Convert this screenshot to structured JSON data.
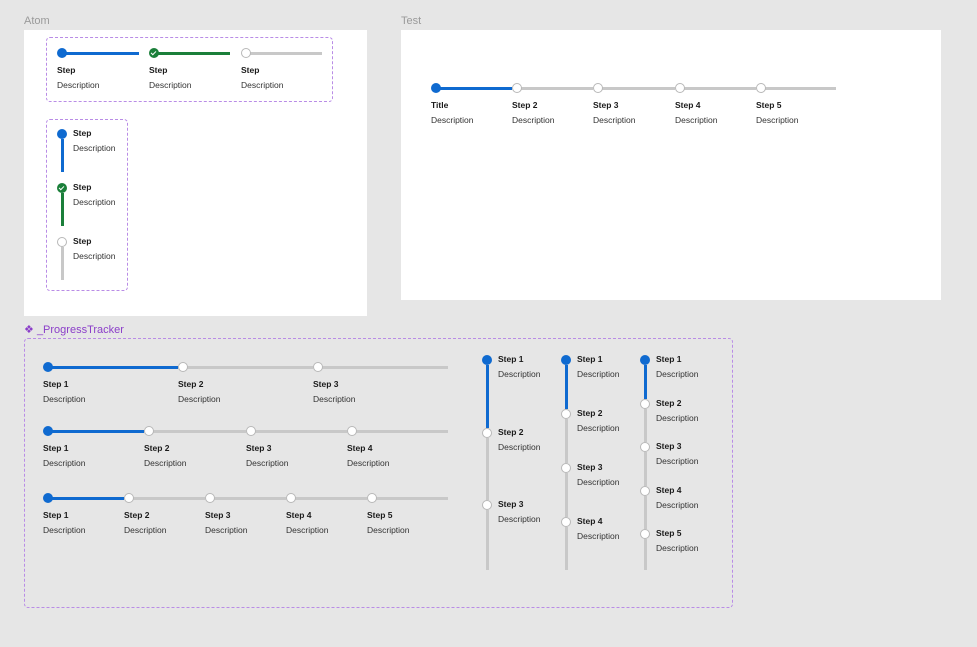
{
  "frames": {
    "atom": "Atom",
    "test": "Test",
    "component": "_ProgressTracker",
    "component_icon": "❖"
  },
  "atom": {
    "horizontal": [
      {
        "title": "Step",
        "desc": "Description",
        "state": "active"
      },
      {
        "title": "Step",
        "desc": "Description",
        "state": "done"
      },
      {
        "title": "Step",
        "desc": "Description",
        "state": "empty"
      }
    ],
    "vertical": [
      {
        "title": "Step",
        "desc": "Description",
        "state": "active"
      },
      {
        "title": "Step",
        "desc": "Description",
        "state": "done"
      },
      {
        "title": "Step",
        "desc": "Description",
        "state": "empty"
      }
    ]
  },
  "test": {
    "steps": [
      {
        "title": "Title",
        "desc": "Description"
      },
      {
        "title": "Step 2",
        "desc": "Description"
      },
      {
        "title": "Step 3",
        "desc": "Description"
      },
      {
        "title": "Step 4",
        "desc": "Description"
      },
      {
        "title": "Step 5",
        "desc": "Description"
      }
    ]
  },
  "tracker": {
    "h3": [
      {
        "title": "Step 1",
        "desc": "Description"
      },
      {
        "title": "Step 2",
        "desc": "Description"
      },
      {
        "title": "Step 3",
        "desc": "Description"
      }
    ],
    "h4": [
      {
        "title": "Step 1",
        "desc": "Description"
      },
      {
        "title": "Step 2",
        "desc": "Description"
      },
      {
        "title": "Step 3",
        "desc": "Description"
      },
      {
        "title": "Step 4",
        "desc": "Description"
      }
    ],
    "h5": [
      {
        "title": "Step 1",
        "desc": "Description"
      },
      {
        "title": "Step 2",
        "desc": "Description"
      },
      {
        "title": "Step 3",
        "desc": "Description"
      },
      {
        "title": "Step 4",
        "desc": "Description"
      },
      {
        "title": "Step 5",
        "desc": "Description"
      }
    ],
    "v3": [
      {
        "title": "Step 1",
        "desc": "Description"
      },
      {
        "title": "Step 2",
        "desc": "Description"
      },
      {
        "title": "Step 3",
        "desc": "Description"
      }
    ],
    "v4": [
      {
        "title": "Step 1",
        "desc": "Description"
      },
      {
        "title": "Step 2",
        "desc": "Description"
      },
      {
        "title": "Step 3",
        "desc": "Description"
      },
      {
        "title": "Step 4",
        "desc": "Description"
      }
    ],
    "v5": [
      {
        "title": "Step 1",
        "desc": "Description"
      },
      {
        "title": "Step 2",
        "desc": "Description"
      },
      {
        "title": "Step 3",
        "desc": "Description"
      },
      {
        "title": "Step 4",
        "desc": "Description"
      },
      {
        "title": "Step 5",
        "desc": "Description"
      }
    ]
  },
  "colors": {
    "active": "#0f6ad0",
    "done": "#1b7f3a",
    "inactive": "#c8c8c8",
    "component_outline": "#b98ce6"
  }
}
